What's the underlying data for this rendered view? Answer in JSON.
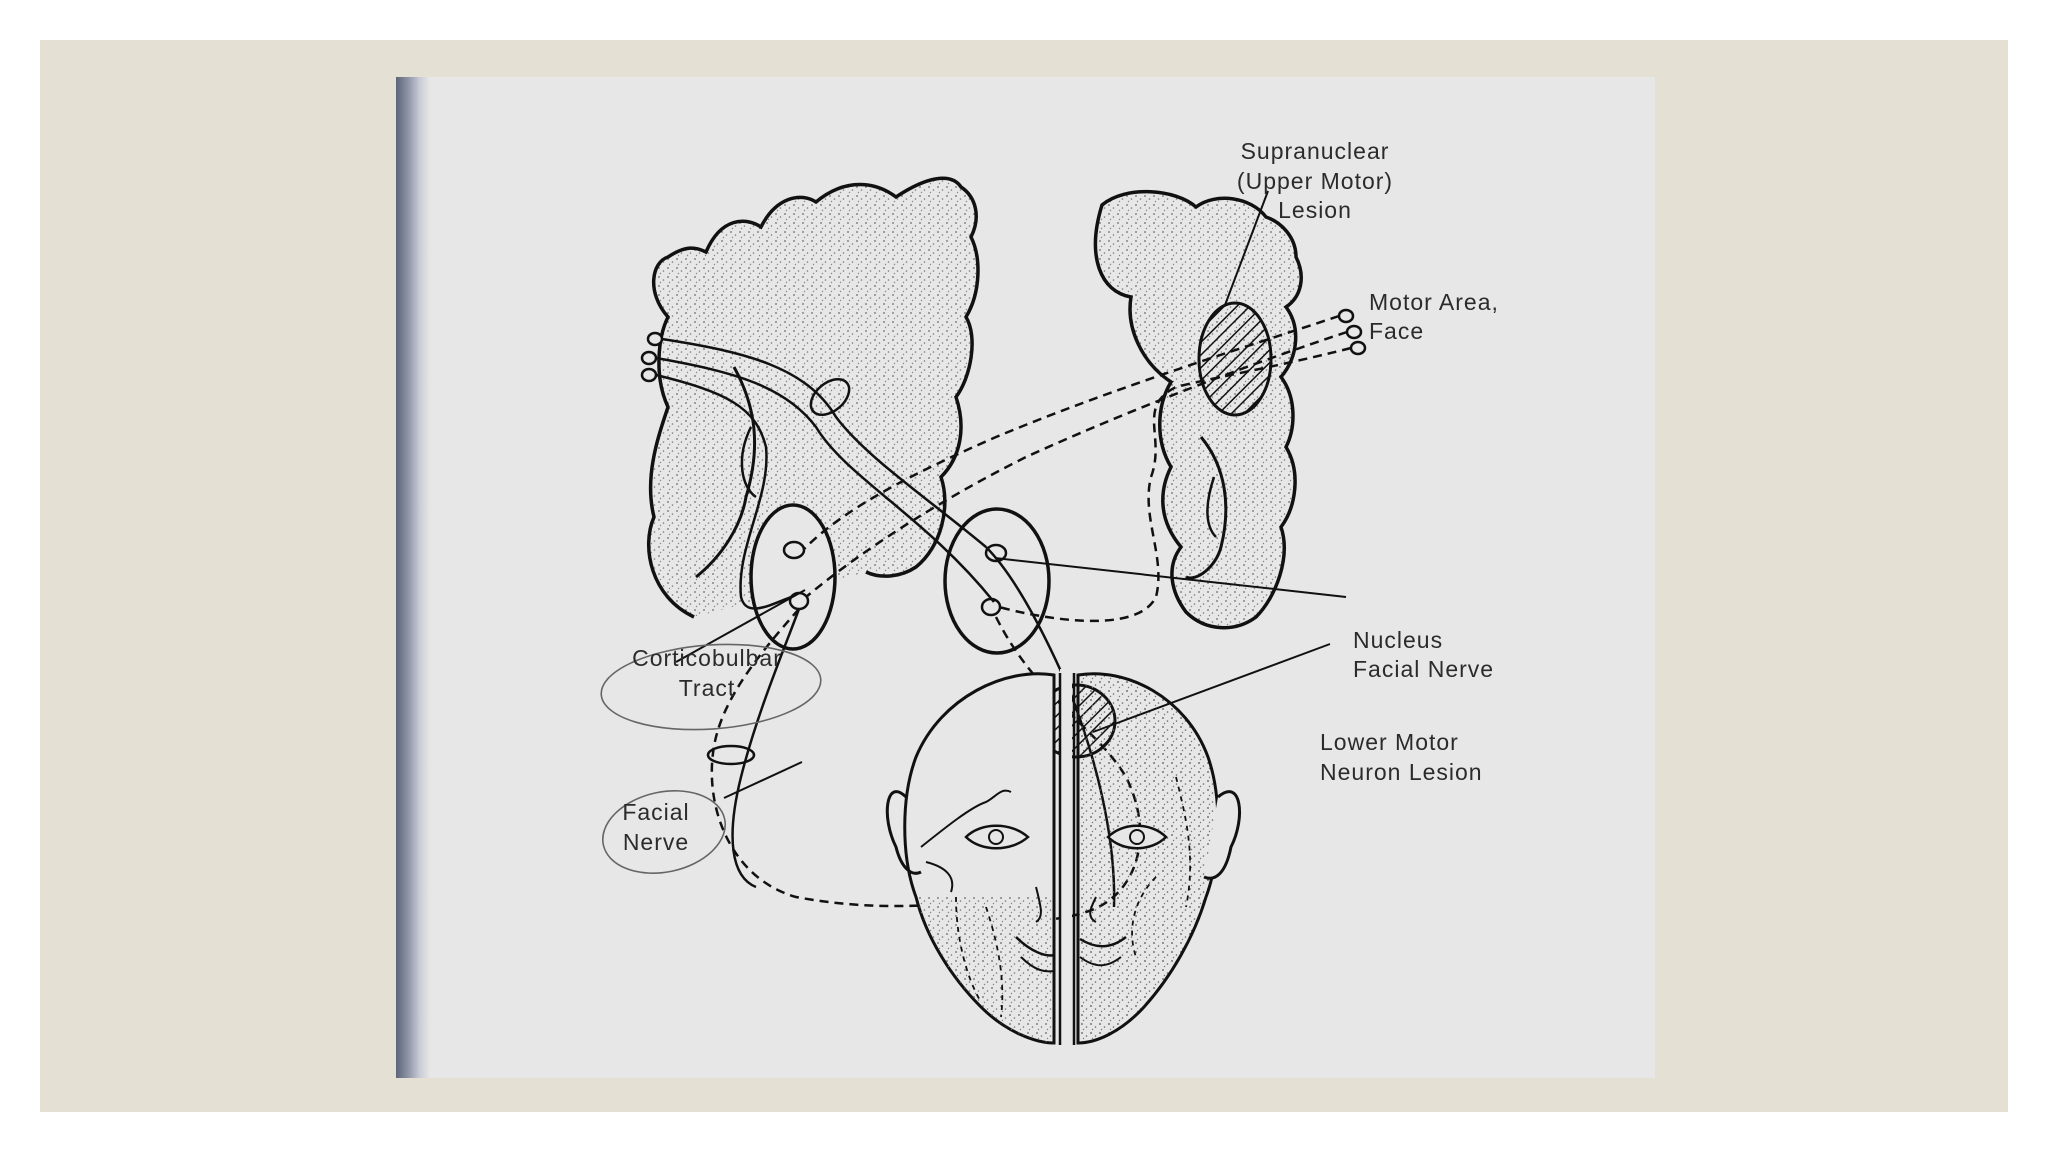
{
  "labels": {
    "supranuclear": [
      "Supranuclear",
      "(Upper Motor)",
      "Lesion"
    ],
    "motor_area": [
      "Motor Area,",
      "Face"
    ],
    "nucleus": [
      "Nucleus",
      "Facial Nerve"
    ],
    "lower_motor": [
      "Lower Motor",
      "Neuron Lesion"
    ],
    "corticobulbar": [
      "Corticobulbar",
      "Tract"
    ],
    "facial_nerve": [
      "Facial",
      "Nerve"
    ]
  },
  "colors": {
    "slide_background": "#e4e0d3",
    "photo_background": "#e7e7e7",
    "ink": "#111111"
  }
}
